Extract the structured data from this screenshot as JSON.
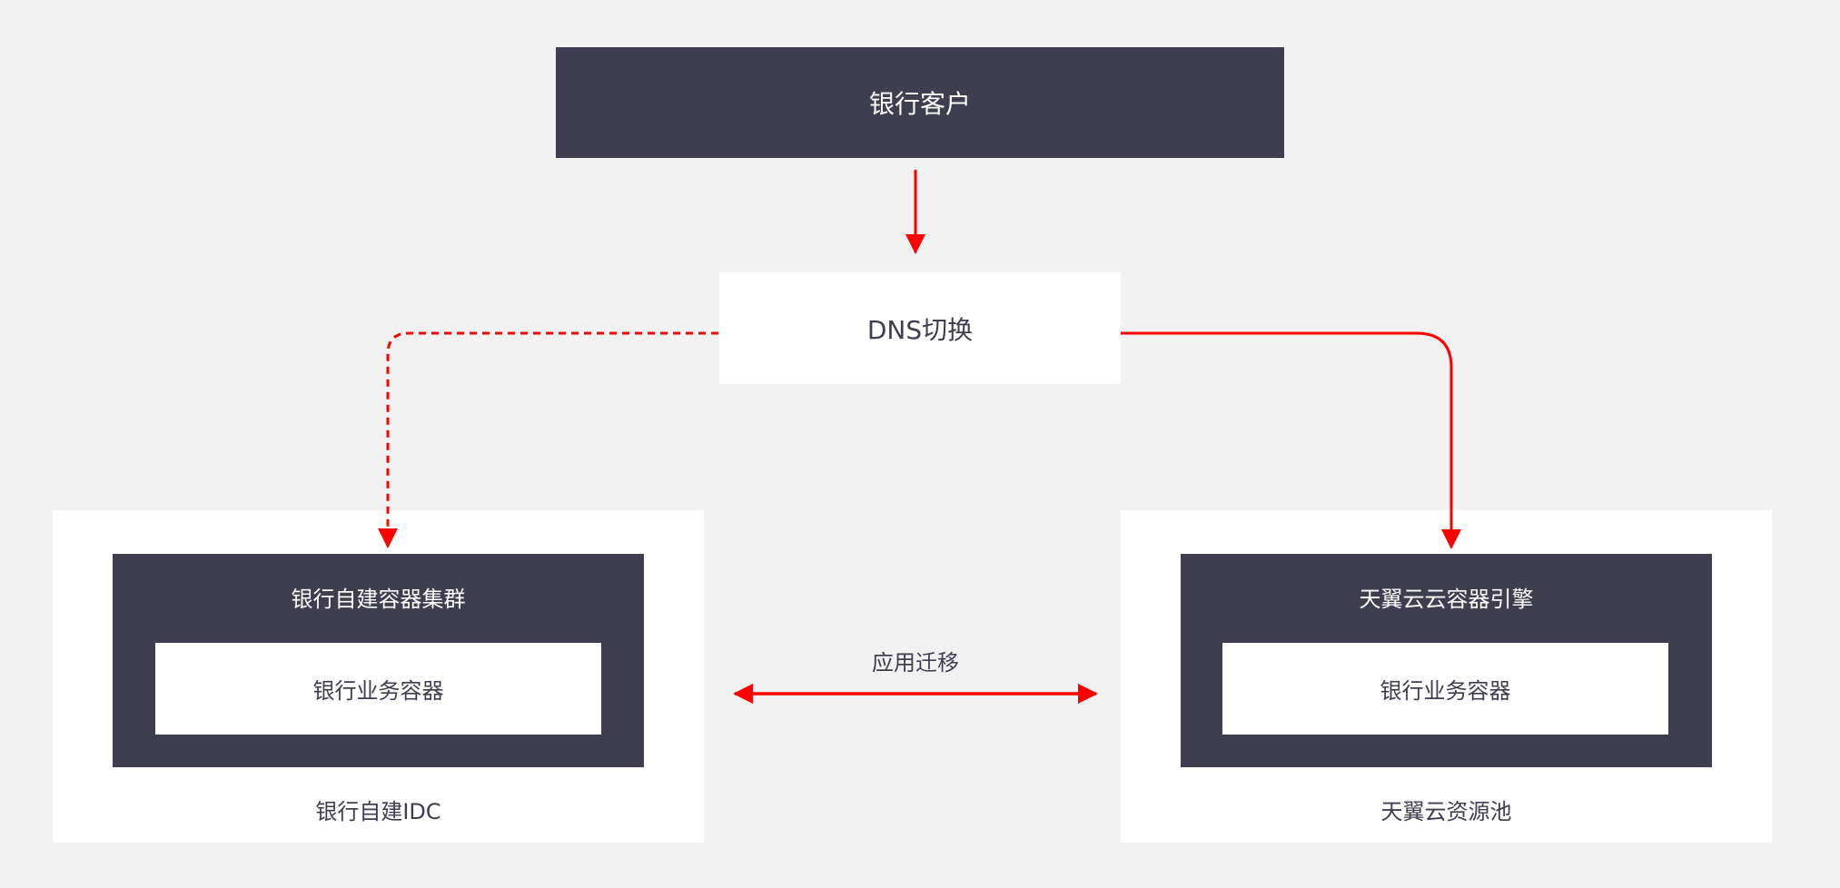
{
  "colors": {
    "dark": "#3e3e50",
    "arrow": "#ff0000",
    "background": "#f2f2f2"
  },
  "client": {
    "label": "银行客户"
  },
  "dns": {
    "label": "DNS切换"
  },
  "left": {
    "zone_label": "银行自建IDC",
    "cluster_label": "银行自建容器集群",
    "container_label": "银行业务容器"
  },
  "right": {
    "zone_label": "天翼云资源池",
    "cluster_label": "天翼云云容器引擎",
    "container_label": "银行业务容器"
  },
  "migration": {
    "label": "应用迁移"
  }
}
